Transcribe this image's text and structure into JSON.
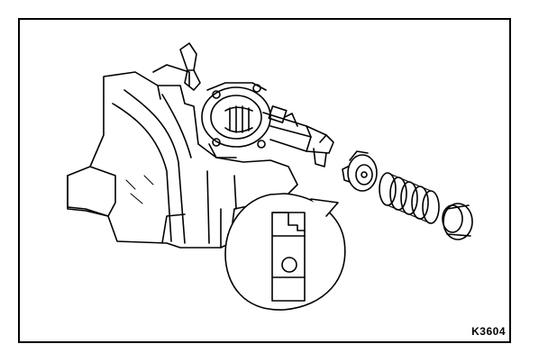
{
  "figure": {
    "reference_code": "K3604",
    "line_color": "#000000",
    "background_color": "#ffffff",
    "parts": [
      {
        "id": "housing",
        "icon": "engine-block-housing-icon"
      },
      {
        "id": "selector-shaft",
        "icon": "selector-shaft-icon"
      },
      {
        "id": "collar",
        "icon": "slotted-collar-icon"
      },
      {
        "id": "spring",
        "icon": "coil-spring-icon"
      },
      {
        "id": "cup",
        "icon": "spring-cup-icon"
      },
      {
        "id": "detail-callout",
        "icon": "magnified-detail-callout-icon"
      }
    ]
  }
}
